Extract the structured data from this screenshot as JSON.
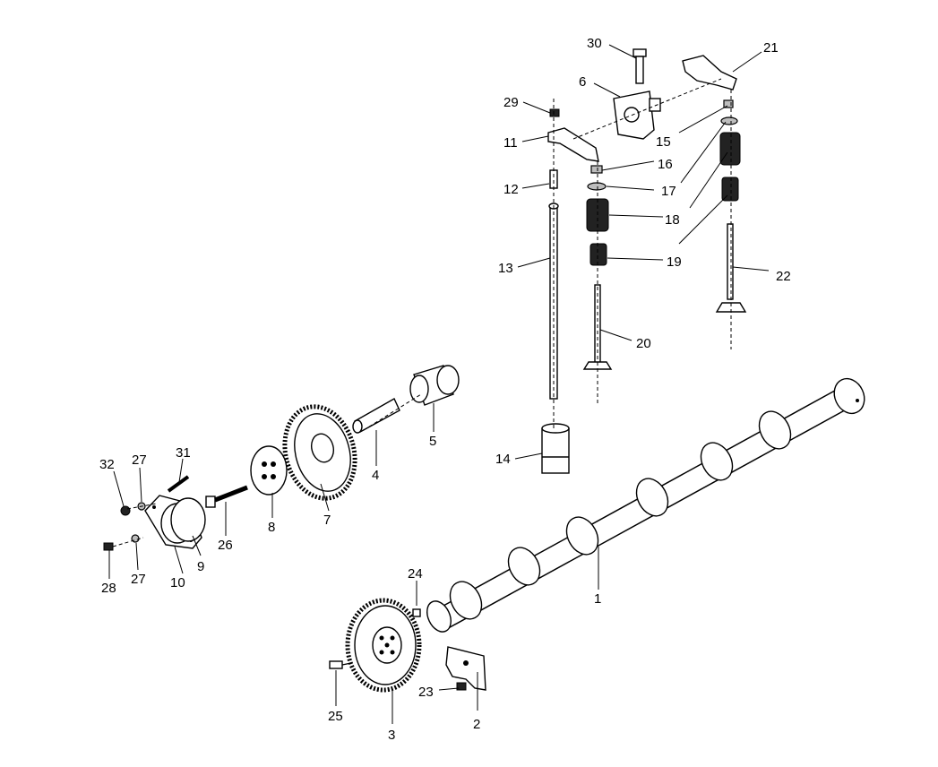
{
  "callouts": [
    {
      "id": "c1",
      "text": "1"
    },
    {
      "id": "c2",
      "text": "2"
    },
    {
      "id": "c3",
      "text": "3"
    },
    {
      "id": "c4",
      "text": "4"
    },
    {
      "id": "c5",
      "text": "5"
    },
    {
      "id": "c6",
      "text": "6"
    },
    {
      "id": "c7",
      "text": "7"
    },
    {
      "id": "c8",
      "text": "8"
    },
    {
      "id": "c9",
      "text": "9"
    },
    {
      "id": "c10",
      "text": "10"
    },
    {
      "id": "c11",
      "text": "11"
    },
    {
      "id": "c12",
      "text": "12"
    },
    {
      "id": "c13",
      "text": "13"
    },
    {
      "id": "c14",
      "text": "14"
    },
    {
      "id": "c15",
      "text": "15"
    },
    {
      "id": "c16",
      "text": "16"
    },
    {
      "id": "c17",
      "text": "17"
    },
    {
      "id": "c18",
      "text": "18"
    },
    {
      "id": "c19",
      "text": "19"
    },
    {
      "id": "c20",
      "text": "20"
    },
    {
      "id": "c21",
      "text": "21"
    },
    {
      "id": "c22",
      "text": "22"
    },
    {
      "id": "c23",
      "text": "23"
    },
    {
      "id": "c24",
      "text": "24"
    },
    {
      "id": "c25",
      "text": "25"
    },
    {
      "id": "c26",
      "text": "26"
    },
    {
      "id": "c27a",
      "text": "27"
    },
    {
      "id": "c27b",
      "text": "27"
    },
    {
      "id": "c28",
      "text": "28"
    },
    {
      "id": "c29",
      "text": "29"
    },
    {
      "id": "c30",
      "text": "30"
    },
    {
      "id": "c31",
      "text": "31"
    },
    {
      "id": "c32",
      "text": "32"
    }
  ]
}
